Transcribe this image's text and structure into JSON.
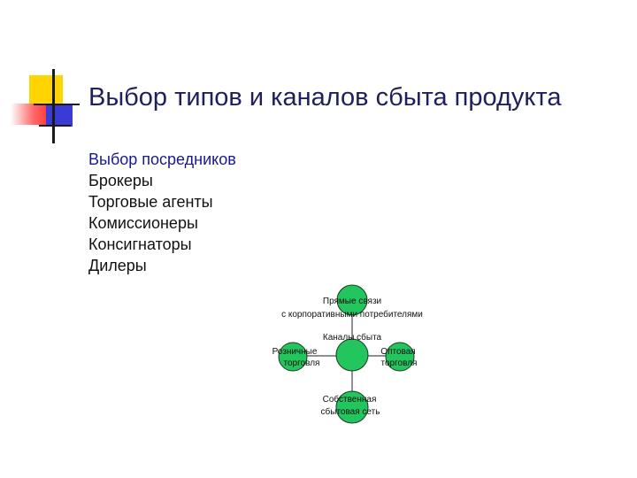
{
  "slide": {
    "title": "Выбор типов и каналов сбыта продукта"
  },
  "list": {
    "heading": "Выбор  посредников",
    "items": [
      "Брокеры",
      "Торговые агенты",
      "Комиссионеры",
      "Консигнаторы",
      "Дилеры"
    ]
  },
  "diagram": {
    "center_label": "Каналы сбыта",
    "nodes": {
      "top": [
        "Прямые связи",
        "с корпоративными потребителями"
      ],
      "left": [
        "Розничные",
        "торговля"
      ],
      "right": [
        "Оптовая",
        "торговля"
      ],
      "bottom": [
        "Собственная",
        "сбытовая сеть"
      ]
    },
    "colors": {
      "node_fill": "#22c55e",
      "node_stroke": "#1e3a1e",
      "line": "#222222"
    }
  }
}
